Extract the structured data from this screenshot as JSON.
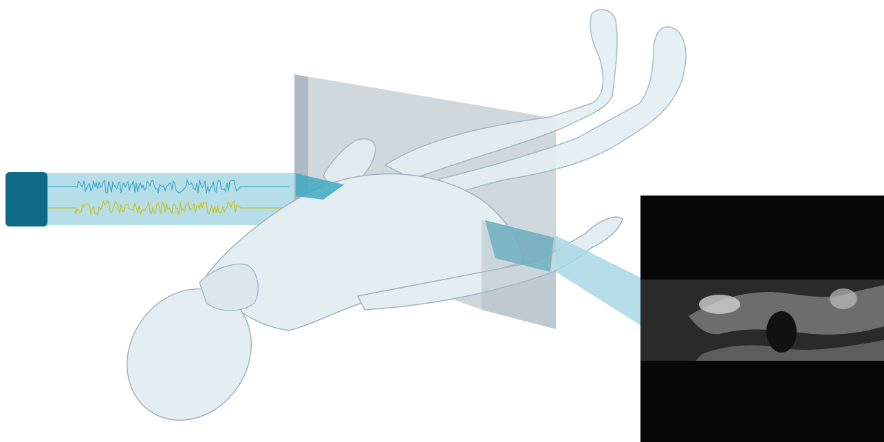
{
  "figure": {
    "description_visible_text": "",
    "colors": {
      "beam": "#a9d8e4",
      "beam_dark": "#3fa9c2",
      "device": "#0f6a88",
      "signal_1": "#3aa6c9",
      "signal_2": "#c9c31a",
      "body_fill": "#e4eef2",
      "body_stroke": "#9db3bf",
      "plane": "#aab8c2",
      "image_background": "#070707"
    },
    "elements": {
      "device": "acquisition-device",
      "signals": [
        "signal-trace-blue",
        "signal-trace-yellow"
      ],
      "plane": "imaging-plane",
      "body": "supine-human-body",
      "output": "mri-slice-image"
    }
  }
}
